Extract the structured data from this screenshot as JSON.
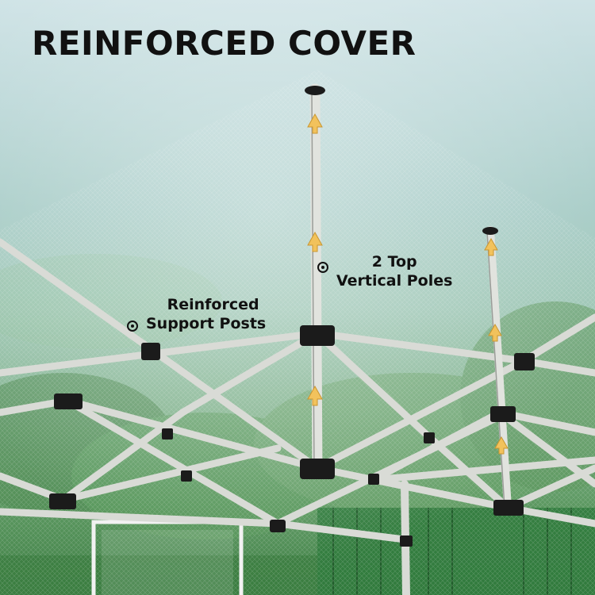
{
  "title": "REINFORCED COVER",
  "callouts": {
    "support_posts": {
      "line1": "Reinforced",
      "line2": "Support Posts",
      "icon": "target-icon"
    },
    "vertical_poles": {
      "line1": "2 Top",
      "line2": "Vertical Poles",
      "icon": "target-icon"
    }
  },
  "colors": {
    "frame": "#d9dbd6",
    "connector": "#1b1b1b",
    "arrow": "#f2c25c",
    "title": "#111111"
  }
}
